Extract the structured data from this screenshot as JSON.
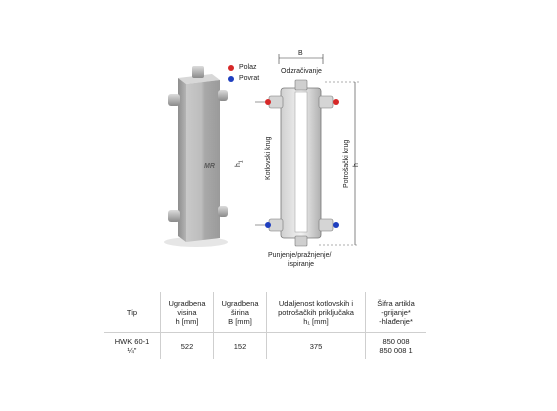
{
  "legend": {
    "supply": {
      "label": "Polaz",
      "color": "#d62828"
    },
    "return": {
      "label": "Povrat",
      "color": "#1f3fbf"
    }
  },
  "drawing": {
    "dim_b": "B",
    "vent": "Odzračivanje",
    "boiler_circuit": "Kotlovski krug",
    "consumer_circuit": "Potrošački krug",
    "dim_h1_letter": "h",
    "dim_h1_sub": "1",
    "dim_h": "h",
    "fill_drain": [
      "Punjenje/pražnjenje/",
      "ispiranje"
    ]
  },
  "product_image": {
    "logo_text": "MR"
  },
  "table": {
    "headers": [
      [
        "Tip"
      ],
      [
        "Ugradbena",
        "visina",
        "h [mm]"
      ],
      [
        "Ugradbena",
        "širina",
        "B [mm]"
      ],
      [
        "Udaljenost kotlovskih i",
        "potrošačkih priključaka",
        "h₁ [mm]"
      ],
      [
        "Šifra artikla",
        "-grijanje*",
        "-hlađenje*"
      ]
    ],
    "rows": [
      {
        "tip": "HWK 60-1 ¼\"",
        "h": "522",
        "b": "152",
        "h1": "375",
        "codes": [
          "850 008",
          "850 008 1"
        ]
      }
    ]
  }
}
